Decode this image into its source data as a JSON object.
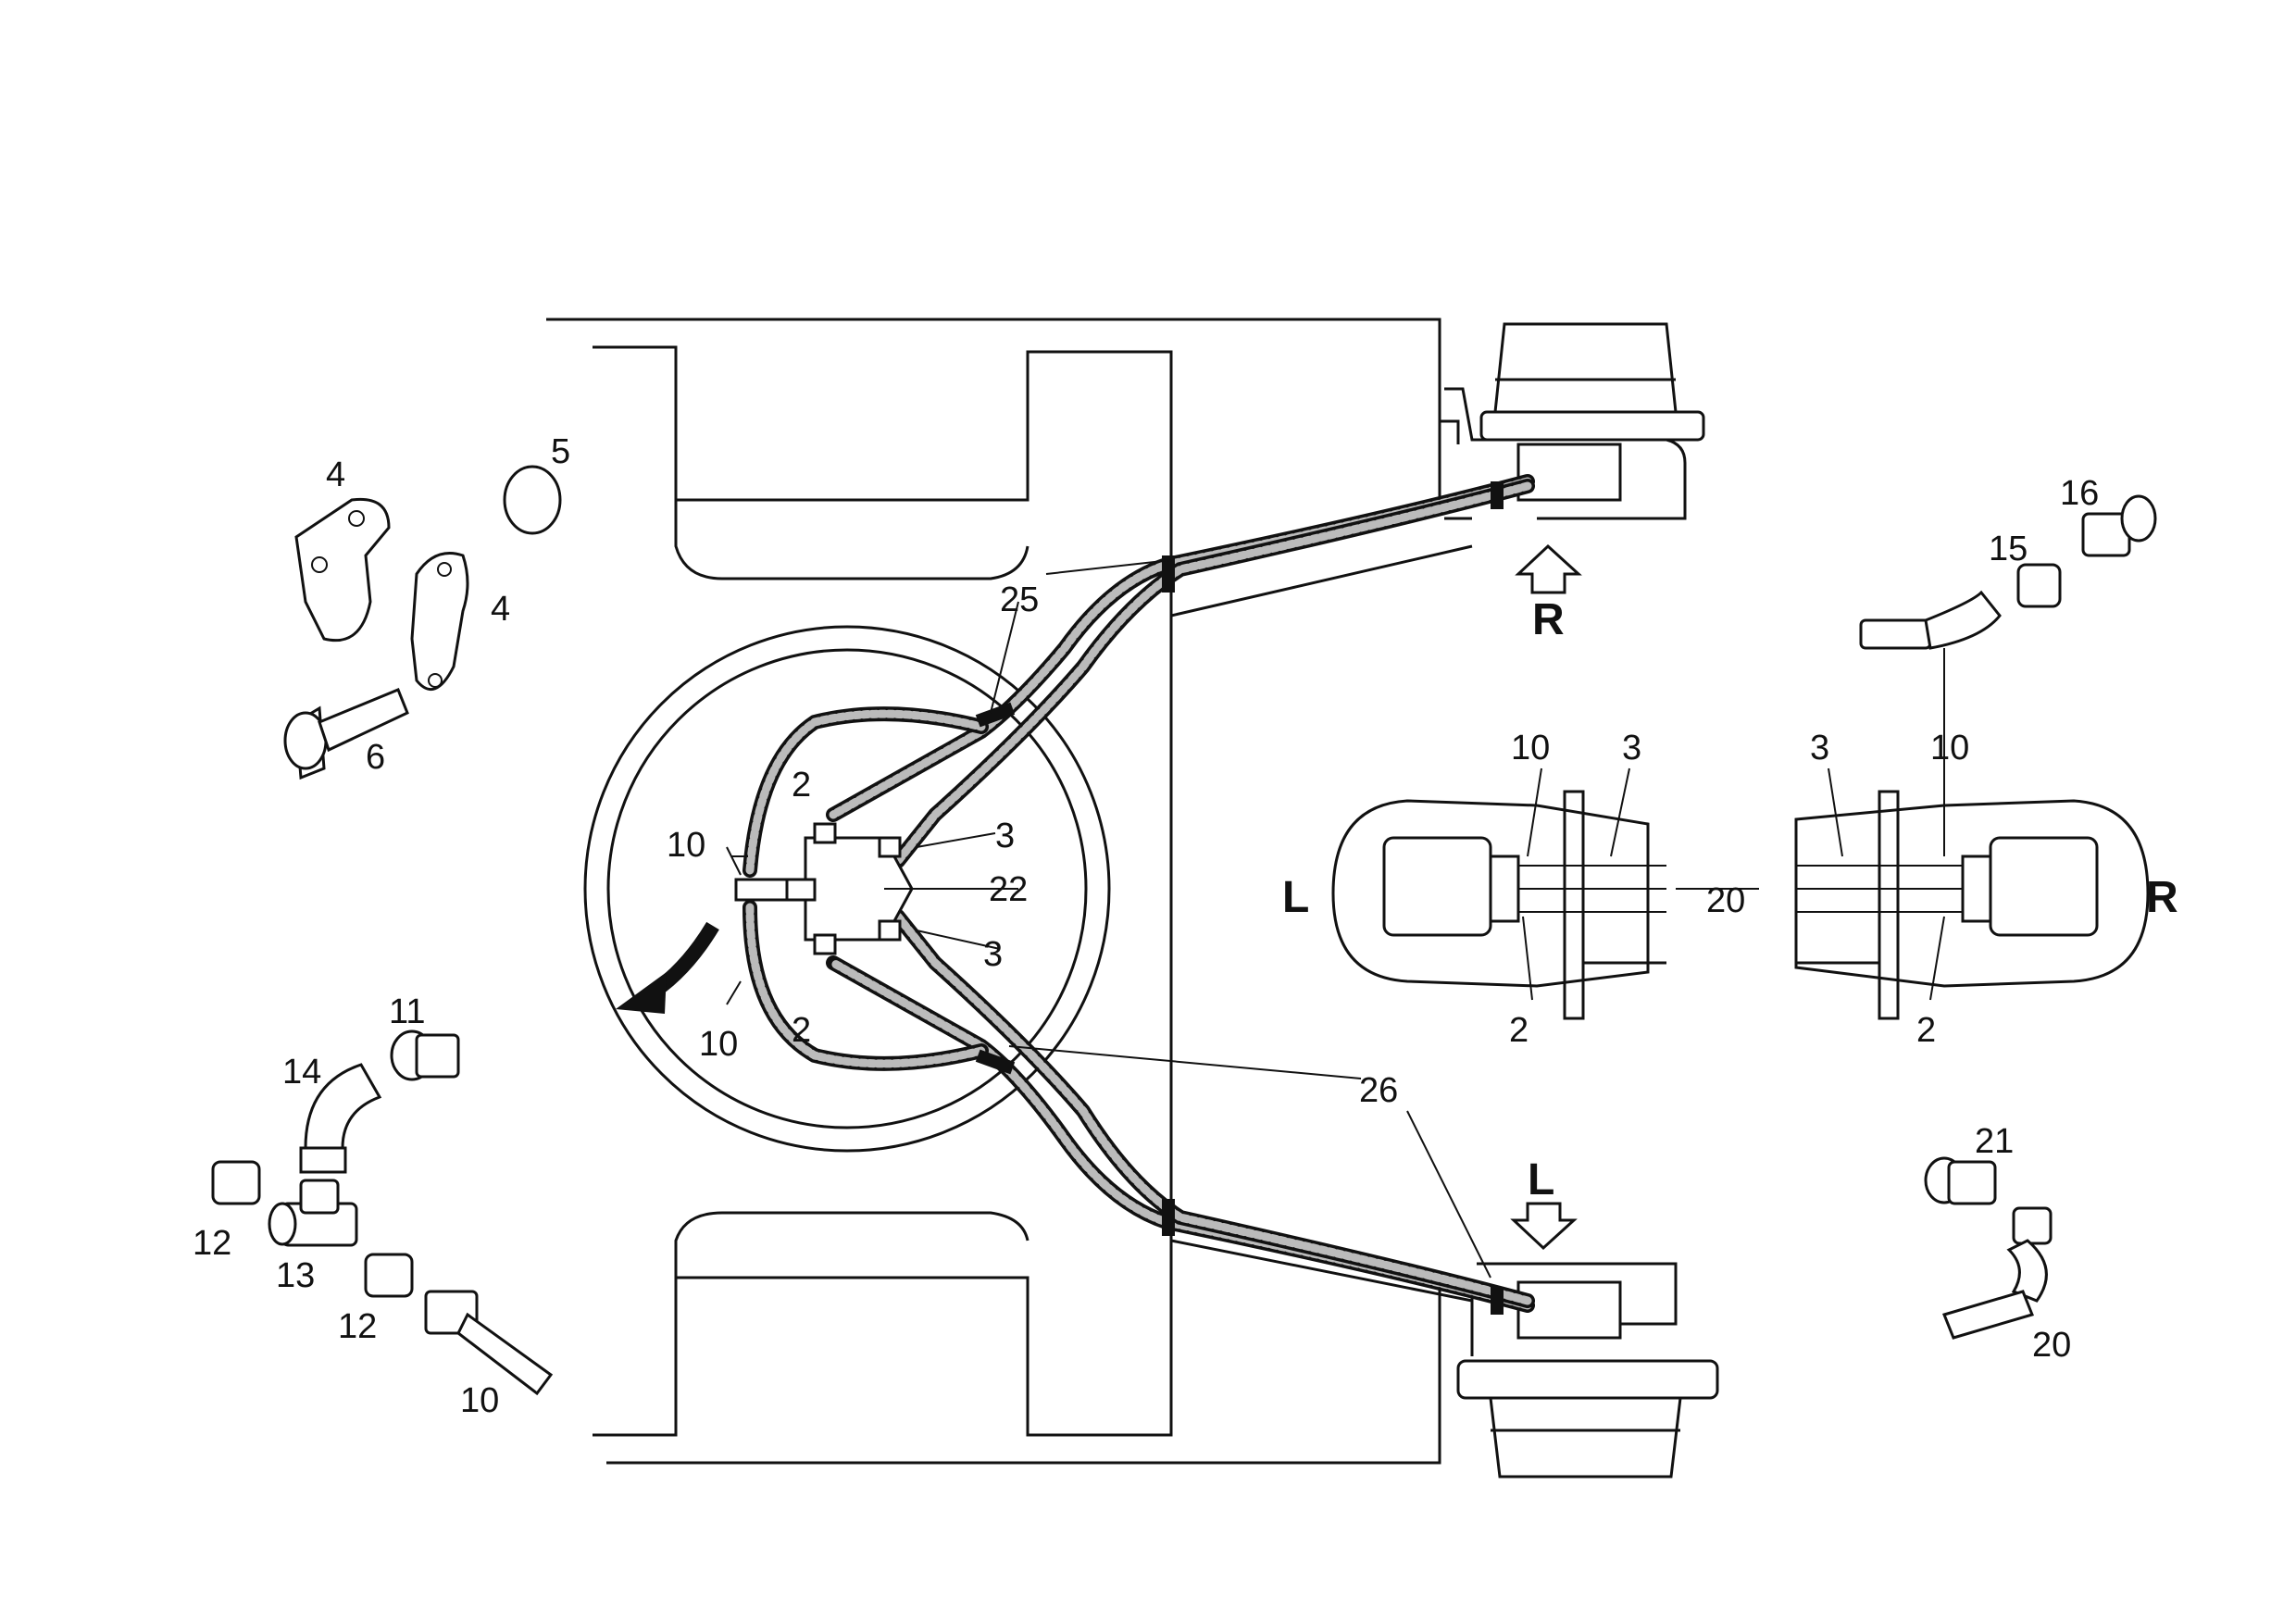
{
  "colors": {
    "ink": "#111111",
    "paper": "#ffffff",
    "hose_fill": "#bbbbbb"
  },
  "labels": {
    "l4a": "4",
    "l4b": "4",
    "l5": "5",
    "l6": "6",
    "l10_left": "10",
    "l10_bottom_hose": "10",
    "l10_fitting": "10",
    "l10_inset_l": "10",
    "l10_inset_r": "10",
    "l2_upper": "2",
    "l2_lower": "2",
    "l2_inset_l": "2",
    "l2_inset_r": "2",
    "l3_upper": "3",
    "l3_lower": "3",
    "l3_inset_l": "3",
    "l3_inset_r": "3",
    "l22": "22",
    "l25": "25",
    "l26": "26",
    "l11": "11",
    "l12a": "12",
    "l12b": "12",
    "l13": "13",
    "l14": "14",
    "l15": "15",
    "l16": "16",
    "l20": "20",
    "l20_fitting": "20",
    "l21": "21",
    "side_R_top": "R",
    "side_L_bottom": "L",
    "side_L_inset": "L",
    "side_R_inset": "R"
  },
  "icons": {
    "rotation_arrow": "curved-arrow-icon",
    "right_view_arrow": "up-arrow-icon",
    "left_view_arrow": "down-arrow-icon"
  }
}
